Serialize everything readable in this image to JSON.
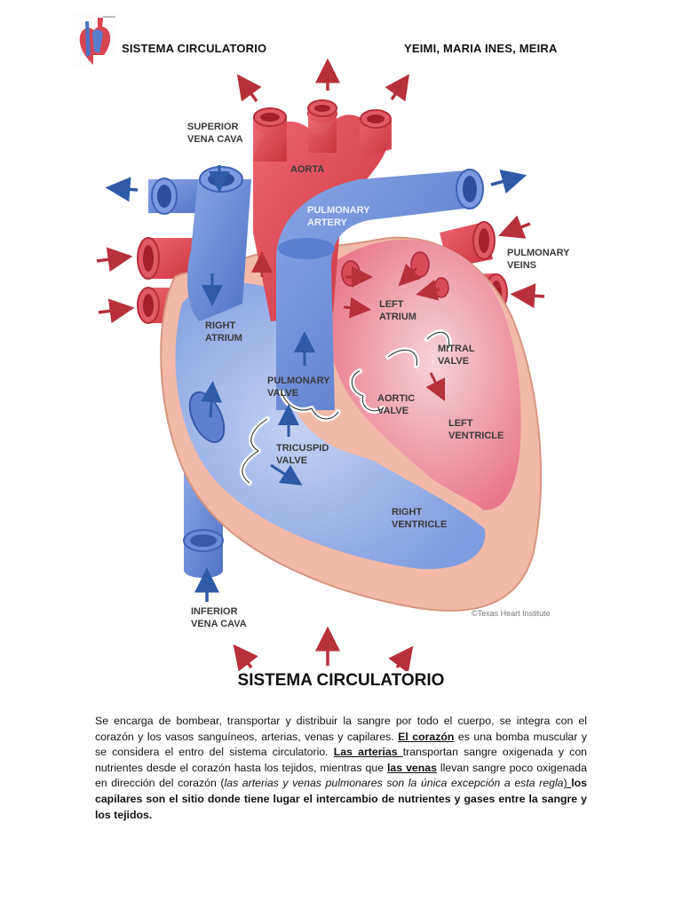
{
  "header": {
    "left": "SISTEMA CIRCULATORIO",
    "right": "YEIMI, MARIA INES, MEIRA"
  },
  "diagram": {
    "labels": {
      "superior_vena_cava_1": "SUPERIOR",
      "superior_vena_cava_2": "VENA CAVA",
      "aorta": "AORTA",
      "pulmonary_artery_1": "PULMONARY",
      "pulmonary_artery_2": "ARTERY",
      "pulmonary_veins_1": "PULMONARY",
      "pulmonary_veins_2": "VEINS",
      "right_atrium_1": "RIGHT",
      "right_atrium_2": "ATRIUM",
      "left_atrium_1": "LEFT",
      "left_atrium_2": "ATRIUM",
      "mitral_valve_1": "MITRAL",
      "mitral_valve_2": "VALVE",
      "pulmonary_valve_1": "PULMONARY",
      "pulmonary_valve_2": "VALVE",
      "aortic_valve_1": "AORTIC",
      "aortic_valve_2": "VALVE",
      "left_ventricle_1": "LEFT",
      "left_ventricle_2": "VENTRICLE",
      "tricuspid_valve_1": "TRICUSPID",
      "tricuspid_valve_2": "VALVE",
      "right_ventricle_1": "RIGHT",
      "right_ventricle_2": "VENTRICLE",
      "inferior_vena_cava_1": "INFERIOR",
      "inferior_vena_cava_2": "VENA CAVA",
      "credit": "©Texas Heart Institute"
    },
    "colors": {
      "oxygenated": "#d9404a",
      "deoxygenated": "#5a7fd0",
      "arrow_red": "#b6313a",
      "arrow_blue": "#2e5aa6",
      "wall": "#f3b9a8"
    }
  },
  "document": {
    "title": "SISTEMA CIRCULATORIO",
    "p1": "Se encarga de bombear, transportar y distribuir la sangre por todo el cuerpo, se integra con el corazón y los vasos sanguíneos, arterias, venas y capilares. ",
    "corazon": "El corazón",
    "p2": " es una bomba muscular y se considera el entro del sistema circulatorio. ",
    "arterias": "Las arterias ",
    "p3": "transportan sangre oxigenada y con nutrientes desde el corazón hasta los tejidos, mientras que ",
    "venas": "las venas",
    "p4": " llevan sangre poco oxigenada en dirección del corazón (",
    "excepcion": "las arterias y venas pulmonares son la única excepción a esta regla",
    "paren": ") ",
    "p5": "los capilares son el sitio donde tiene lugar el intercambio de nutrientes y gases entre la sangre y los tejidos."
  }
}
